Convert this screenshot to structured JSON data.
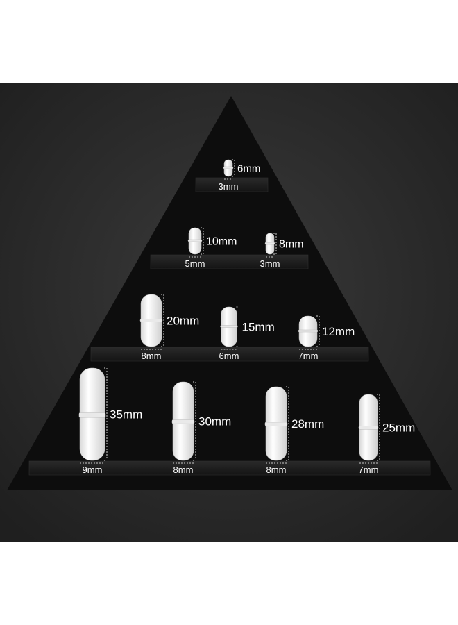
{
  "colors": {
    "background": "#2a2a2a",
    "triangle": "#0d0d0d",
    "shelf": "#1a1a1a",
    "bar": "#f4f4f4",
    "text": "#ffffff"
  },
  "rows": [
    {
      "items": [
        {
          "length": "6mm",
          "diameter": "3mm"
        }
      ]
    },
    {
      "items": [
        {
          "length": "10mm",
          "diameter": "5mm"
        },
        {
          "length": "8mm",
          "diameter": "3mm"
        }
      ]
    },
    {
      "items": [
        {
          "length": "20mm",
          "diameter": "8mm"
        },
        {
          "length": "15mm",
          "diameter": "6mm"
        },
        {
          "length": "12mm",
          "diameter": "7mm"
        }
      ]
    },
    {
      "items": [
        {
          "length": "35mm",
          "diameter": "9mm"
        },
        {
          "length": "30mm",
          "diameter": "8mm"
        },
        {
          "length": "28mm",
          "diameter": "8mm"
        },
        {
          "length": "25mm",
          "diameter": "7mm"
        }
      ]
    }
  ]
}
